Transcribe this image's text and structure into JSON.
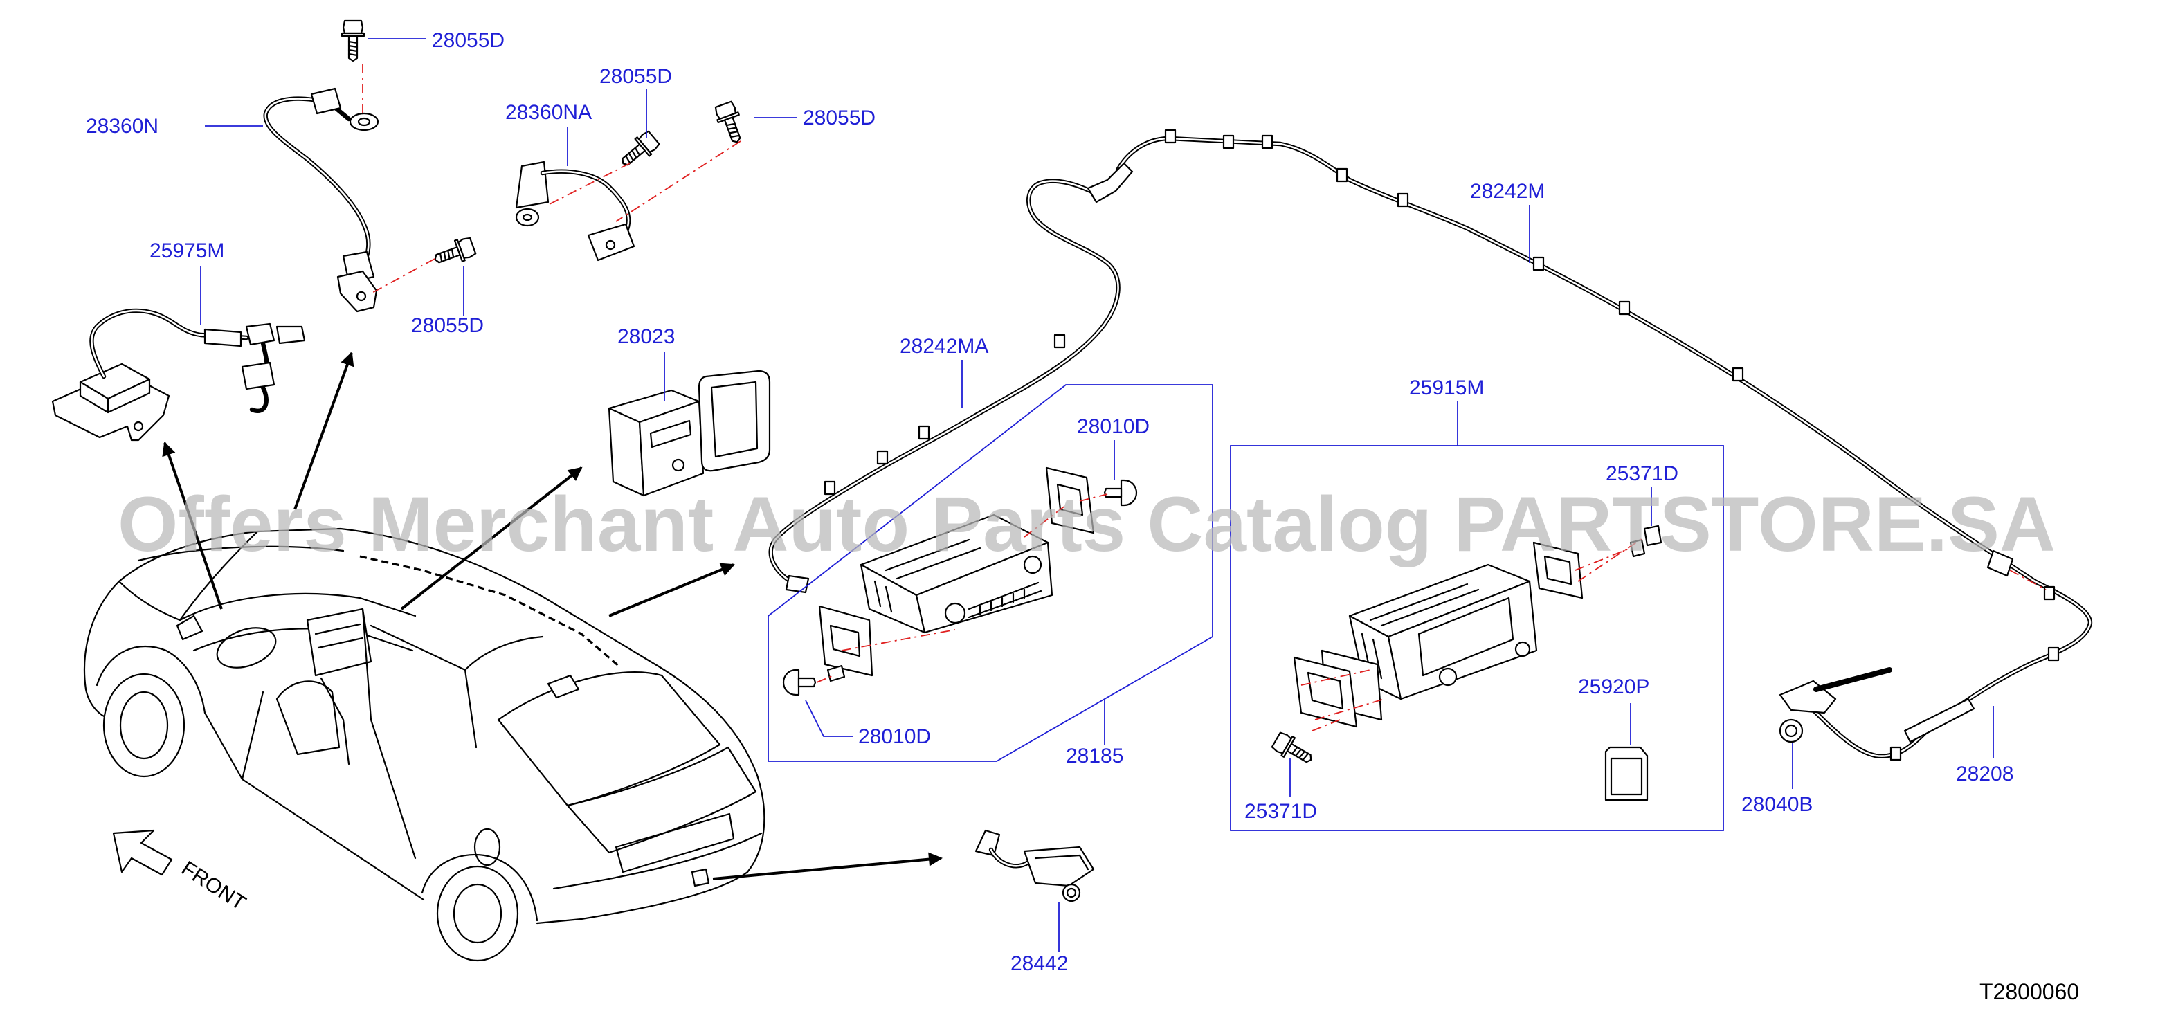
{
  "callouts": [
    "28055D",
    "28360N",
    "28055D",
    "28360NA",
    "28055D",
    "25975M",
    "28055D",
    "28023",
    "28242MA",
    "28242M",
    "28010D",
    "25915M",
    "25371D",
    "28010D",
    "28185",
    "25920P",
    "25371D",
    "28040B",
    "28208",
    "28442"
  ],
  "direction_label": "FRONT",
  "diagram_code": "T2800060",
  "watermark": "Offers Merchant Auto Parts Catalog PARTSTORE.SA",
  "colors": {
    "callout_text": "#1f1fd6",
    "line_art": "#000000",
    "hidden_line": "#e02020",
    "watermark": "#b9b9b9",
    "background": "#ffffff"
  }
}
